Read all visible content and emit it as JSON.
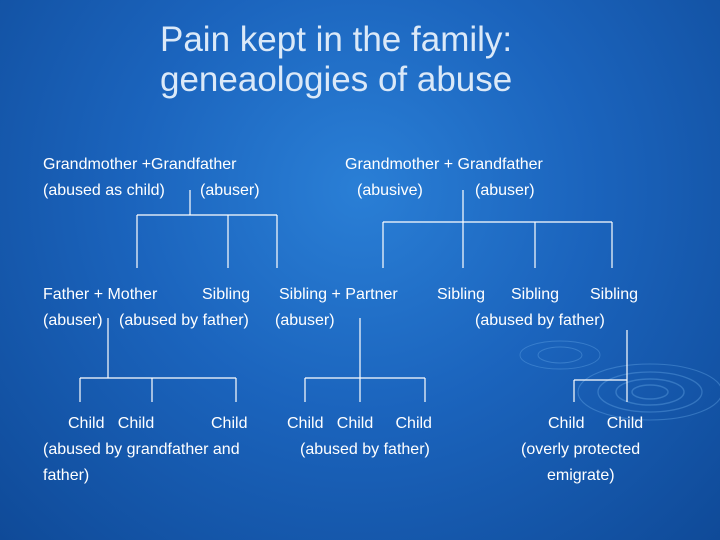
{
  "title": {
    "line1": "Pain kept in the family:",
    "line2": "geneaologies of abuse"
  },
  "gen1_left": {
    "names": "Grandmother +Grandfather",
    "role_gm": "(abused as child)",
    "role_gf": "(abuser)"
  },
  "gen1_right": {
    "names": "Grandmother + Grandfather",
    "role_gm": "(abusive)",
    "role_gf": "(abuser)"
  },
  "gen2": {
    "father_mother": "Father + Mother",
    "sibling_a": "Sibling",
    "sibling_partner": "Sibling + Partner",
    "sibling_b": "Sibling",
    "sibling_c": "Sibling",
    "sibling_d": "Sibling",
    "role_father": "(abuser)",
    "role_sibling_a": "(abused by father)",
    "role_sibling_partner": "(abuser)",
    "role_right": "(abused by father)"
  },
  "gen3": {
    "group1_children": "Child   Child",
    "group1_child3": "Child",
    "group1_note_line1": "(abused by grandfather and",
    "group1_note_line2": "father)",
    "group2_children": "Child   Child     Child",
    "group2_note": "(abused by father)",
    "group3_children": "Child     Child",
    "group3_note_line1": "(overly protected",
    "group3_note_line2": "emigrate)"
  }
}
